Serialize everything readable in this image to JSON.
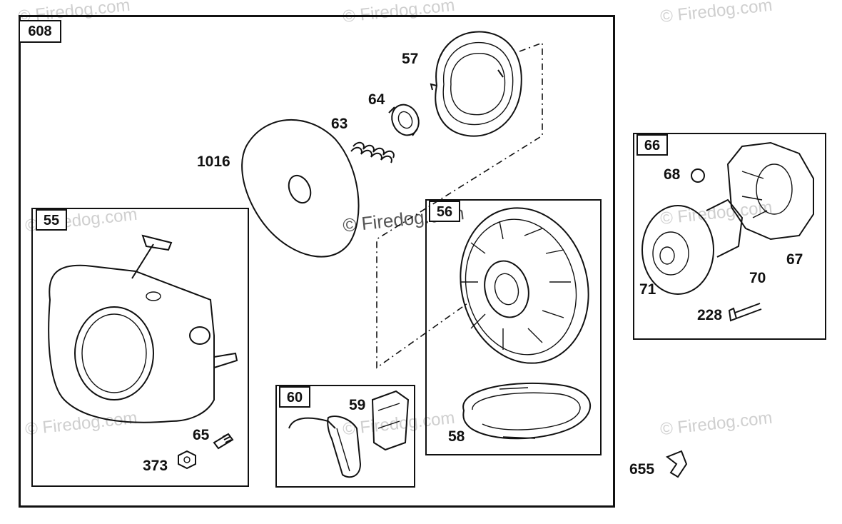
{
  "watermark": "© Firedog.com",
  "assemblies": [
    {
      "id": "608"
    },
    {
      "id": "55"
    },
    {
      "id": "56"
    },
    {
      "id": "60"
    },
    {
      "id": "66"
    }
  ],
  "part_labels": [
    {
      "num": "57"
    },
    {
      "num": "64"
    },
    {
      "num": "63"
    },
    {
      "num": "1016"
    },
    {
      "num": "58"
    },
    {
      "num": "59"
    },
    {
      "num": "65"
    },
    {
      "num": "373"
    },
    {
      "num": "68"
    },
    {
      "num": "67"
    },
    {
      "num": "70"
    },
    {
      "num": "71"
    },
    {
      "num": "228"
    },
    {
      "num": "655"
    }
  ]
}
